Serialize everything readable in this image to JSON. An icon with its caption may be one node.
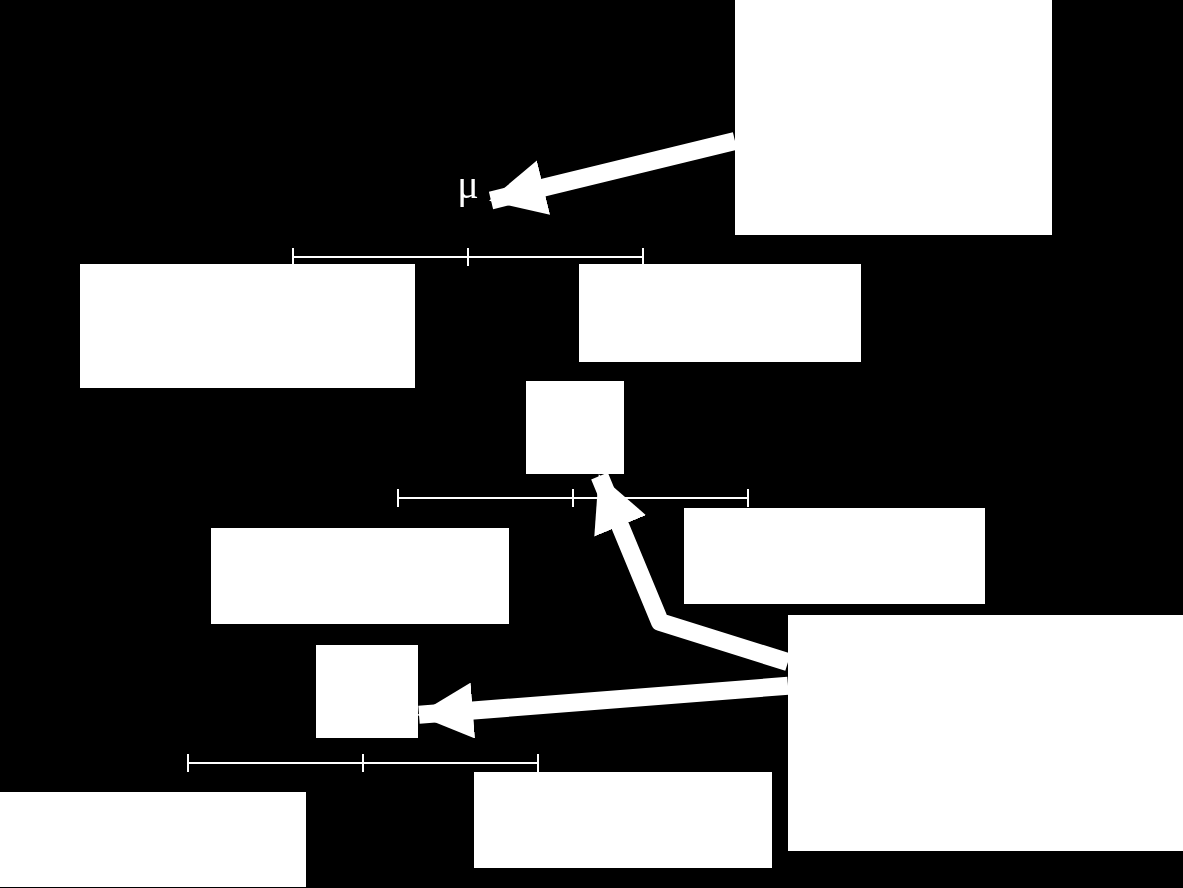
{
  "diagram": {
    "nodes": [
      {
        "text": [],
        "shape": "box"
      },
      {
        "text": [
          "μ"
        ]
      },
      {
        "text": [],
        "shape": "box"
      },
      {
        "text": [],
        "shape": "box"
      },
      {
        "text": [],
        "shape": "box"
      },
      {
        "text": [],
        "shape": "box"
      },
      {
        "text": [],
        "shape": "box"
      },
      {
        "text": [],
        "shape": "box"
      },
      {
        "text": [],
        "shape": "box"
      },
      {
        "text": [],
        "shape": "box"
      },
      {
        "text": [],
        "shape": "box"
      }
    ],
    "edges": [
      {
        "from": 0,
        "to": 1,
        "arrow": "to"
      },
      {
        "from": 8,
        "to": 4,
        "arrow": "to"
      },
      {
        "from": 8,
        "to": 7,
        "arrow": "to"
      }
    ]
  }
}
